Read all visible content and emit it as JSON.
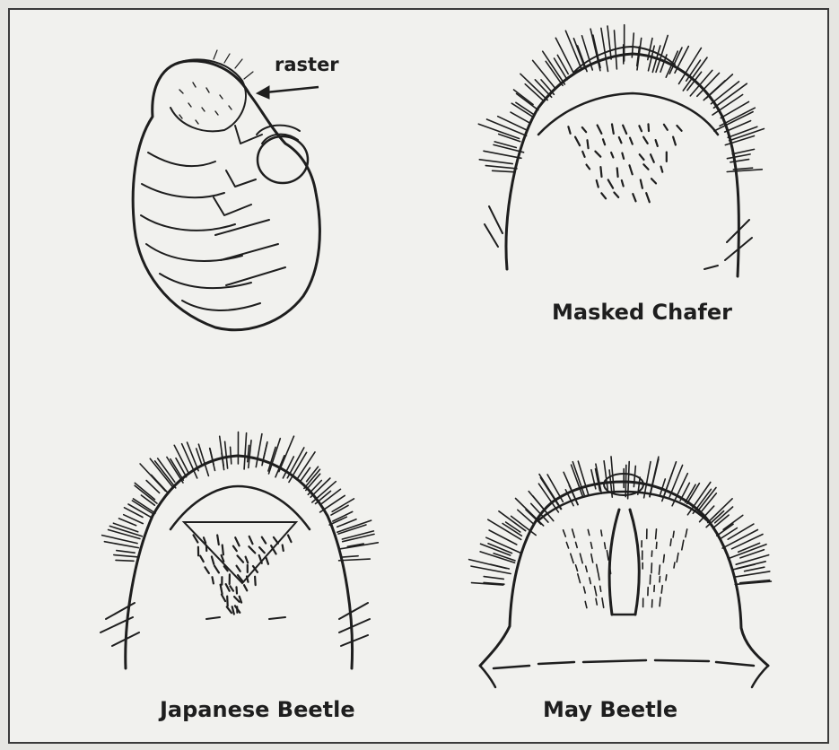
{
  "labels": {
    "raster": "raster",
    "masked_chafer": "Masked Chafer",
    "japanese_beetle": "Japanese Beetle",
    "may_beetle": "May Beetle"
  },
  "colors": {
    "paper": "#f1f1ee",
    "ink": "#1e1e1e",
    "frame": "#3a3a3a"
  }
}
